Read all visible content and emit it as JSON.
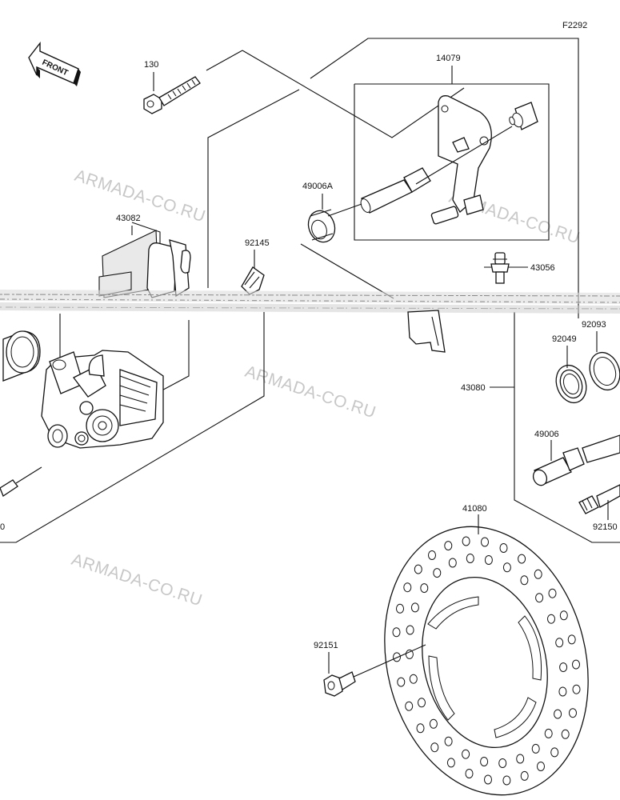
{
  "diagram": {
    "figure_code": "F2292",
    "front_label": "FRONT",
    "watermark": "ARMADA-CO.RU",
    "part_labels": {
      "p130": "130",
      "p14079": "14079",
      "p49006A": "49006A",
      "p43082": "43082",
      "p92145": "92145",
      "p43056": "43056",
      "p92093": "92093",
      "p92049": "92049",
      "p43080": "43080",
      "p49006": "49006",
      "p92150": "92150",
      "p41080": "41080",
      "p92151": "92151",
      "p0": "0"
    }
  }
}
